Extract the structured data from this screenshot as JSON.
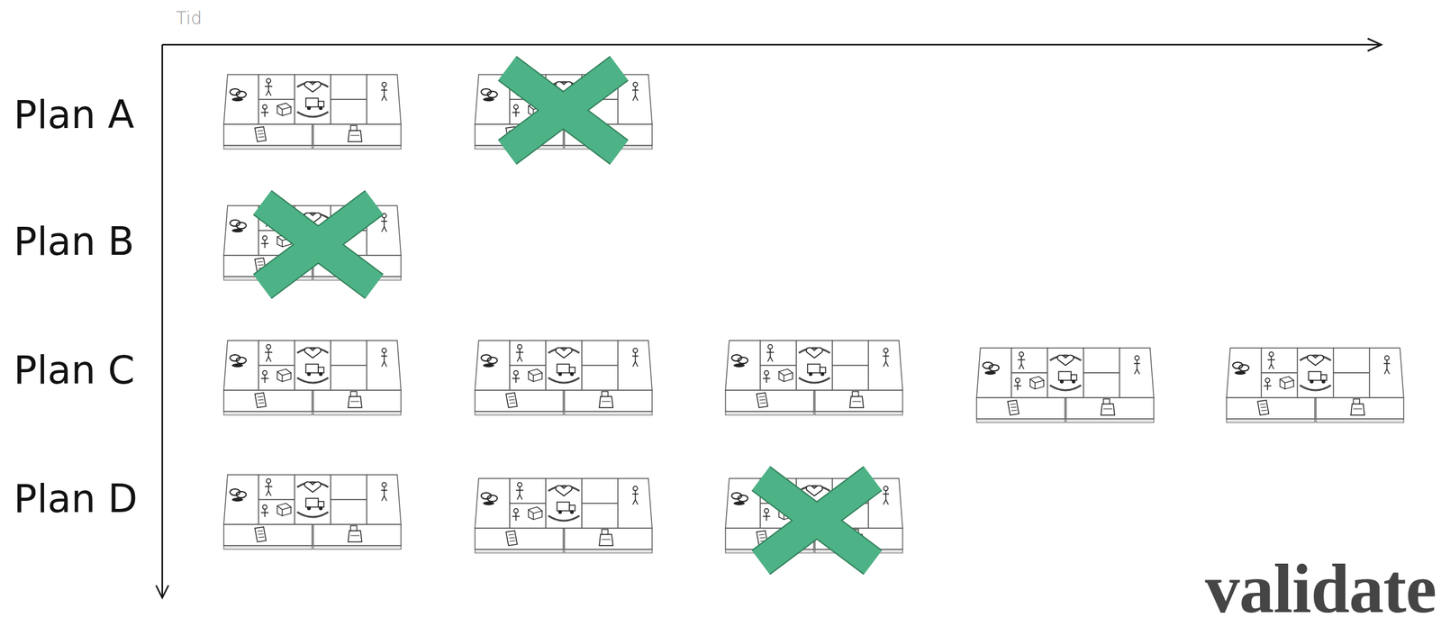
{
  "diagram": {
    "labels": [
      "Tid",
      "Plan A",
      "Plan B",
      "Plan C",
      "Plan D",
      "validate"
    ]
  }
}
